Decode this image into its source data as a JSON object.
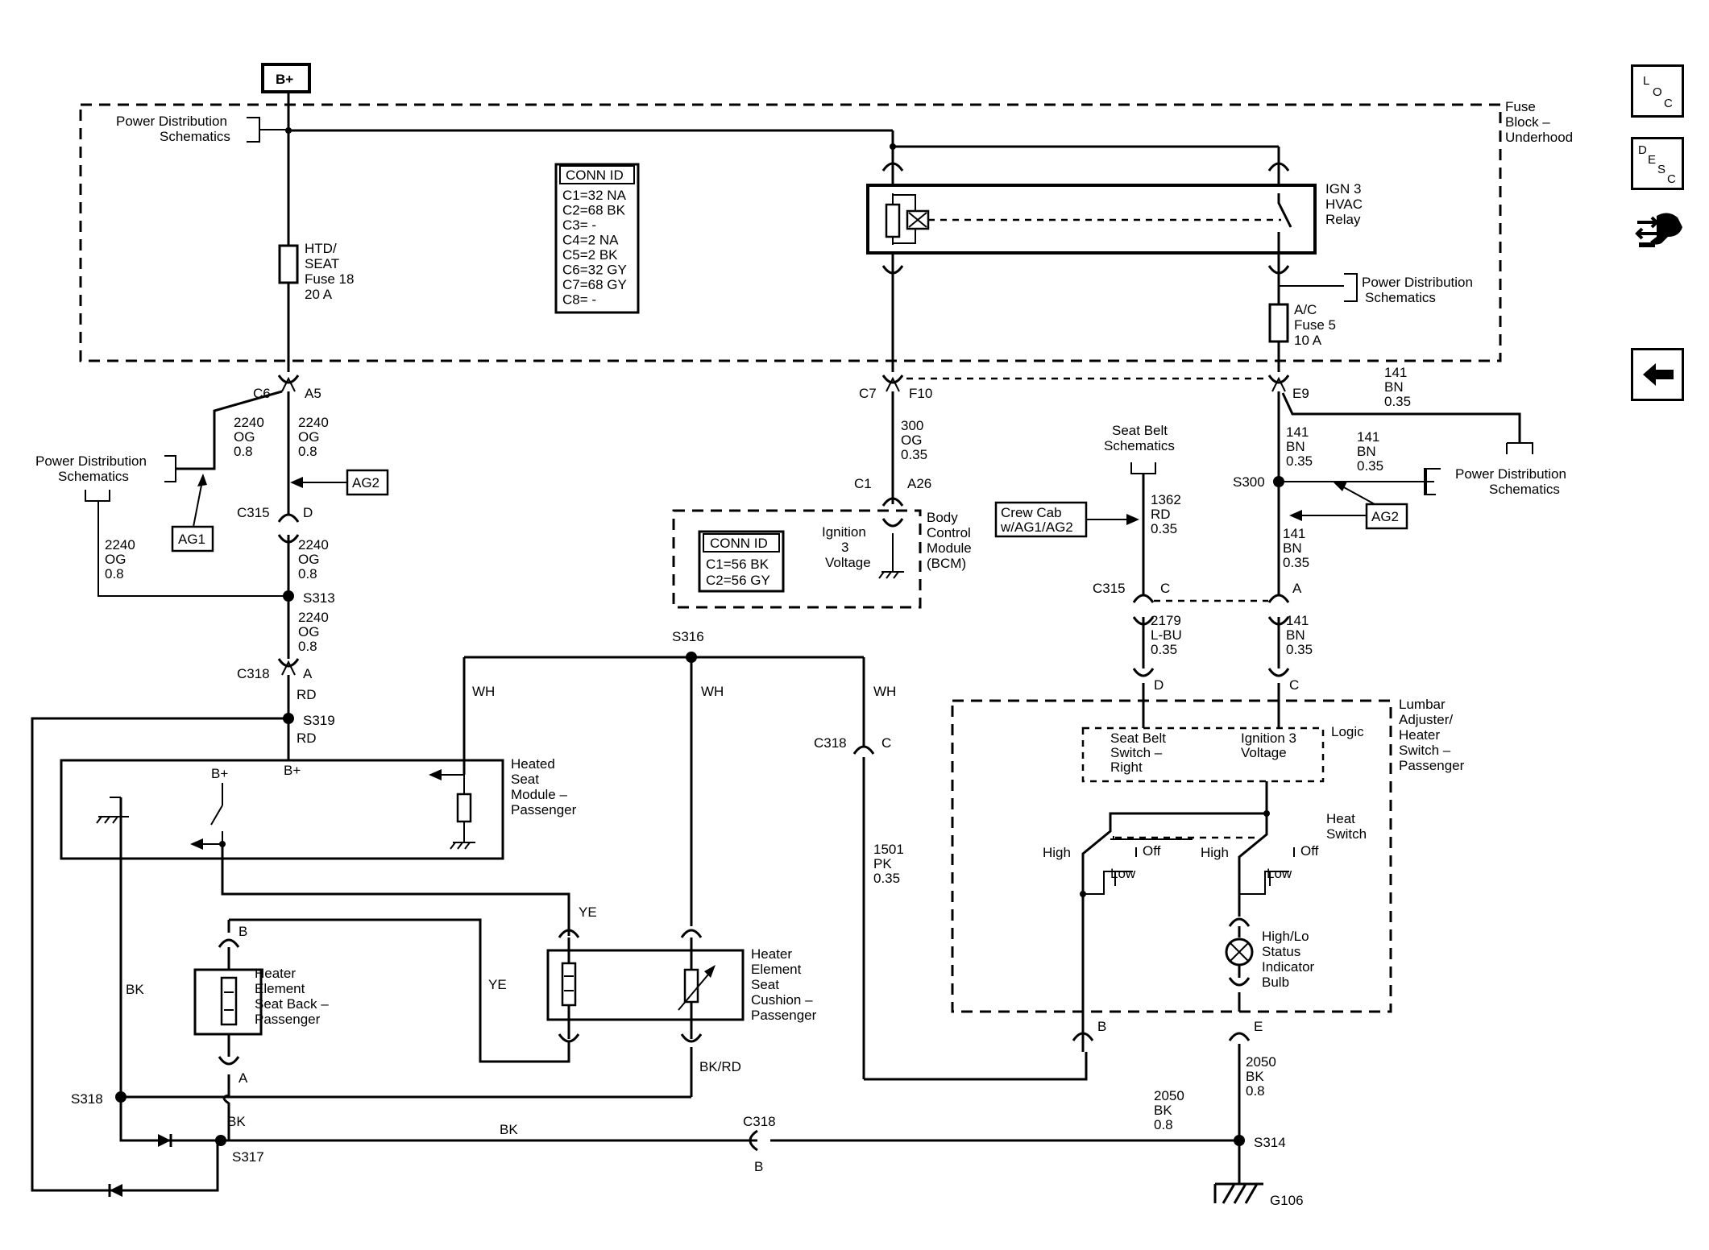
{
  "side": {
    "loc_icon": "loc-icon",
    "desc_icon": "desc-icon",
    "hand_icon": "connector-hand-icon",
    "back_icon": "back-arrow-icon"
  },
  "loc": {
    "l": "L",
    "o": "O",
    "c": "C"
  },
  "desc": {
    "d": "D",
    "e": "E",
    "s": "S",
    "c": "C"
  },
  "bplus": "B+",
  "fuse_block": [
    "Fuse",
    "Block –",
    "Underhood"
  ],
  "pds": [
    "Power Distribution",
    "Schematics"
  ],
  "conn1": {
    "title": "CONN ID",
    "rows": [
      "C1=32 NA",
      "C2=68 BK",
      "C3= -",
      "C4=2 NA",
      "C5=2 BK",
      "C6=32 GY",
      "C7=68 GY",
      "C8= -"
    ]
  },
  "htd_fuse": [
    "HTD/",
    "SEAT",
    "Fuse 18",
    "20 A"
  ],
  "relay": [
    "IGN 3",
    "HVAC",
    "Relay"
  ],
  "ac_fuse": [
    "A/C",
    "Fuse 5",
    "10 A"
  ],
  "pins": {
    "c6": "C6",
    "a5": "A5",
    "c7": "C7",
    "f10": "F10",
    "e9": "E9",
    "c1": "C1",
    "a26": "A26",
    "c315a": "C315",
    "d": "D",
    "s313": "S313",
    "c318a": "C318",
    "a": "A",
    "s319": "S319",
    "s316": "S316",
    "c318b": "C318",
    "c": "C",
    "s300": "S300",
    "c315b": "C315",
    "c2": "C",
    "a2": "A",
    "d2": "D",
    "c3": "C",
    "b": "B",
    "b2": "B",
    "e": "E",
    "s318": "S318",
    "s317": "S317",
    "c318c": "C318",
    "b3": "B",
    "s314": "S314",
    "g106": "G106",
    "a3": "A"
  },
  "wires": {
    "w2240a": [
      "2240",
      "OG",
      "0.8"
    ],
    "w2240b": [
      "2240",
      "OG",
      "0.8"
    ],
    "w2240c": [
      "2240",
      "OG",
      "0.8"
    ],
    "w2240d": [
      "2240",
      "OG",
      "0.8"
    ],
    "w2240e": [
      "2240",
      "OG",
      "0.8"
    ],
    "w300": [
      "300",
      "OG",
      "0.35"
    ],
    "w141a": [
      "141",
      "BN",
      "0.35"
    ],
    "w141b": [
      "141",
      "BN",
      "0.35"
    ],
    "w141c": [
      "141",
      "BN",
      "0.35"
    ],
    "w141d": [
      "141",
      "BN",
      "0.35"
    ],
    "w141e": [
      "141",
      "BN",
      "0.35"
    ],
    "w1362": [
      "1362",
      "RD",
      "0.35"
    ],
    "w2179": [
      "2179",
      "L-BU",
      "0.35"
    ],
    "w1501": [
      "1501",
      "PK",
      "0.35"
    ],
    "w2050a": [
      "2050",
      "BK",
      "0.8"
    ],
    "w2050b": [
      "2050",
      "BK",
      "0.8"
    ],
    "rd1": "RD",
    "rd2": "RD",
    "wh1": "WH",
    "wh2": "WH",
    "wh3": "WH",
    "ye1": "YE",
    "ye2": "YE",
    "bk1": "BK",
    "bk2": "BK",
    "bk3": "BK",
    "bkrd": "BK/RD"
  },
  "ag1": "AG1",
  "ag2": "AG2",
  "bcm": [
    "Body",
    "Control",
    "Module",
    "(BCM)"
  ],
  "ign3v": [
    "Ignition",
    "3",
    "Voltage"
  ],
  "conn2": {
    "title": "CONN ID",
    "rows": [
      "C1=56 BK",
      "C2=56 GY"
    ]
  },
  "seatbelt_sch": [
    "Seat Belt",
    "Schematics"
  ],
  "crewcab": [
    "Crew Cab",
    "w/AG1/AG2"
  ],
  "lumbar": [
    "Lumbar",
    "Adjuster/",
    "Heater",
    "Switch –",
    "Passenger"
  ],
  "logic": "Logic",
  "sbsw": [
    "Seat Belt",
    "Switch –",
    "Right"
  ],
  "ign3v2": [
    "Ignition 3",
    "Voltage"
  ],
  "heat_switch": [
    "Heat",
    "Switch"
  ],
  "high1": "High",
  "off1": "Off",
  "low1": "Low",
  "high2": "High",
  "off2": "Off",
  "low2": "Low",
  "bulb": [
    "High/Lo",
    "Status",
    "Indicator",
    "Bulb"
  ],
  "hsm": [
    "Heated",
    "Seat",
    "Module –",
    "Passenger"
  ],
  "bplus2": "B+",
  "bplus3": "B+",
  "heb": [
    "Heater",
    "Element",
    "Seat Back –",
    "Passenger"
  ],
  "hec": [
    "Heater",
    "Element",
    "Seat",
    "Cushion –",
    "Passenger"
  ]
}
